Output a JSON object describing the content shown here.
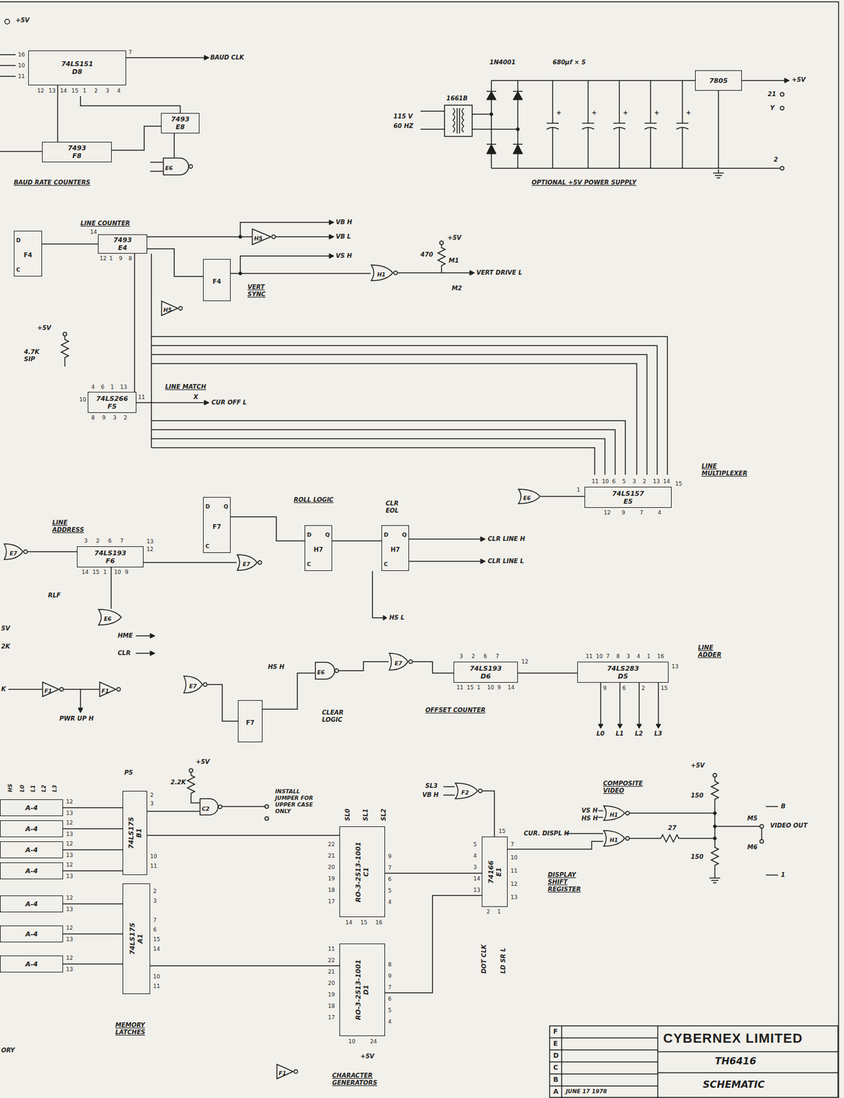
{
  "diagram": {
    "nodes": [
      {
        "text": [
          "74LS151",
          "D8"
        ]
      },
      {
        "text": [
          "7493",
          "E8"
        ]
      },
      {
        "text": [
          "7493",
          "F8"
        ]
      },
      {
        "text": [
          "E6"
        ]
      },
      {
        "text": [
          "7805"
        ]
      },
      {
        "text": [
          "D",
          "F4",
          "C"
        ]
      },
      {
        "text": [
          "7493",
          "E4"
        ]
      },
      {
        "text": [
          "F4"
        ]
      },
      {
        "text": [
          "H5"
        ]
      },
      {
        "text": [
          "H1"
        ]
      },
      {
        "text": [
          "H5"
        ]
      },
      {
        "text": [
          "74LS266",
          "F5"
        ]
      },
      {
        "text": [
          "74LS157",
          "E5"
        ]
      },
      {
        "text": [
          "E6"
        ]
      },
      {
        "text": [
          "D",
          "F7",
          "C",
          "Q"
        ]
      },
      {
        "text": [
          "D",
          "H7",
          "C",
          "Q"
        ]
      },
      {
        "text": [
          "D",
          "H7",
          "C",
          "Q"
        ]
      },
      {
        "text": [
          "E7"
        ]
      },
      {
        "text": [
          "74LS193",
          "F6"
        ]
      },
      {
        "text": [
          "E7"
        ]
      },
      {
        "text": [
          "E6"
        ]
      },
      {
        "text": [
          "F1"
        ]
      },
      {
        "text": [
          "F1"
        ]
      },
      {
        "text": [
          "E7"
        ]
      },
      {
        "text": [
          "E6"
        ]
      },
      {
        "text": [
          "E7"
        ]
      },
      {
        "text": [
          "74LS193",
          "D6"
        ]
      },
      {
        "text": [
          "74LS283",
          "D5"
        ]
      },
      {
        "text": [
          "F7"
        ]
      },
      {
        "text": [
          "A-4"
        ]
      },
      {
        "text": [
          "A-4"
        ]
      },
      {
        "text": [
          "A-4"
        ]
      },
      {
        "text": [
          "A-4"
        ]
      },
      {
        "text": [
          "A-4"
        ]
      },
      {
        "text": [
          "A-4"
        ]
      },
      {
        "text": [
          "A-4"
        ]
      },
      {
        "text": [
          "74LS175",
          "B1"
        ]
      },
      {
        "text": [
          "74LS175",
          "A1"
        ]
      },
      {
        "text": [
          "C2"
        ]
      },
      {
        "text": [
          "RO-3-2513-1001",
          "C1"
        ]
      },
      {
        "text": [
          "RO-3-2513-1001",
          "D1"
        ]
      },
      {
        "text": [
          "F2"
        ]
      },
      {
        "text": [
          "74166",
          "E1"
        ]
      },
      {
        "text": [
          "H1"
        ]
      },
      {
        "text": [
          "H1"
        ]
      },
      {
        "text": [
          "F1"
        ]
      }
    ],
    "edges": [
      {
        "from": 0,
        "to": 2,
        "arrow": "none"
      },
      {
        "from": 2,
        "to": 1,
        "arrow": "none"
      },
      {
        "from": 3,
        "to": 1,
        "arrow": "none"
      },
      {
        "from": 5,
        "to": 6,
        "arrow": "none"
      },
      {
        "from": 6,
        "to": 7,
        "arrow": "none"
      },
      {
        "from": 6,
        "to": 8,
        "arrow": "none"
      },
      {
        "from": 7,
        "to": 9,
        "arrow": "none"
      },
      {
        "from": 6,
        "to": 11,
        "arrow": "none"
      },
      {
        "from": 13,
        "to": 12,
        "arrow": "none"
      },
      {
        "from": 14,
        "to": 15,
        "arrow": "none"
      },
      {
        "from": 15,
        "to": 16,
        "arrow": "none"
      },
      {
        "from": 17,
        "to": 18,
        "arrow": "none"
      },
      {
        "from": 18,
        "to": 19,
        "arrow": "none"
      },
      {
        "from": 20,
        "to": 18,
        "arrow": "none"
      },
      {
        "from": 21,
        "to": 22,
        "arrow": "none"
      },
      {
        "from": 23,
        "to": 28,
        "arrow": "none"
      },
      {
        "from": 28,
        "to": 24,
        "arrow": "none"
      },
      {
        "from": 24,
        "to": 25,
        "arrow": "none"
      },
      {
        "from": 25,
        "to": 26,
        "arrow": "none"
      },
      {
        "from": 26,
        "to": 27,
        "arrow": "none"
      },
      {
        "from": 29,
        "to": 36,
        "arrow": "none"
      },
      {
        "from": 30,
        "to": 36,
        "arrow": "none"
      },
      {
        "from": 31,
        "to": 36,
        "arrow": "none"
      },
      {
        "from": 32,
        "to": 36,
        "arrow": "none"
      },
      {
        "from": 33,
        "to": 37,
        "arrow": "none"
      },
      {
        "from": 34,
        "to": 37,
        "arrow": "none"
      },
      {
        "from": 35,
        "to": 37,
        "arrow": "none"
      },
      {
        "from": 36,
        "to": 38,
        "arrow": "none"
      },
      {
        "from": 36,
        "to": 39,
        "arrow": "none"
      },
      {
        "from": 37,
        "to": 40,
        "arrow": "none"
      },
      {
        "from": 39,
        "to": 42,
        "arrow": "none"
      },
      {
        "from": 40,
        "to": 42,
        "arrow": "none"
      },
      {
        "from": 41,
        "to": 42,
        "arrow": "none"
      },
      {
        "from": 42,
        "to": 44,
        "arrow": "none"
      }
    ],
    "labels": [
      "+5V",
      "BAUD CLK",
      "BAUD RATE COUNTERS",
      "1N4001",
      "680µf × 5",
      "115 V",
      "60 HZ",
      "1661B",
      "+5V",
      "21",
      "Y",
      "2",
      "OPTIONAL +5V POWER SUPPLY",
      "+",
      "+",
      "+",
      "+",
      "+",
      "LINE COUNTER",
      "VB H",
      "VB L",
      "VS H",
      "VERT SYNC",
      "470",
      "+5V",
      "M1",
      "M2",
      "VERT DRIVE L",
      "+5V",
      "4.7K SIP",
      "LINE MATCH",
      "X",
      "CUR OFF L",
      "LINE MULTIPLEXER",
      "ROLL LOGIC",
      "CLR EOL",
      "CLR LINE H",
      "CLR LINE L",
      "HS L",
      "LINE ADDRESS",
      "RLF",
      "HME",
      "CLR",
      "HS H",
      "CLEAR LOGIC",
      "OFFSET COUNTER",
      "LINE ADDER",
      "L0",
      "L1",
      "L2",
      "L3",
      "PWR UP H",
      "5V",
      "2K",
      "K",
      "P5",
      "+5V",
      "2.2K",
      "INSTALL JUMPER FOR UPPER CASE ONLY",
      "SL0",
      "SL1",
      "SL2",
      "SL3",
      "VB H",
      "DOT CLK",
      "LD SR L",
      "DISPLAY SHIFT REGISTER",
      "COMPOSITE VIDEO",
      "+5V",
      "150",
      "VS H",
      "HS H",
      "CUR. DISPL H",
      "27",
      "150",
      "B",
      "M5",
      "VIDEO OUT",
      "M6",
      "1",
      "MEMORY LATCHES",
      "CHARACTER GENERATORS",
      "+5V",
      "ORY",
      "HS",
      "L0",
      "L1",
      "L2",
      "L3",
      "F",
      "E",
      "D",
      "C",
      "B",
      "A",
      "JUNE 17 1978",
      "CYBERNEX LIMITED",
      "TH6416",
      "SCHEMATIC",
      "16",
      "10",
      "11",
      "12",
      "13",
      "14",
      "15",
      "1",
      "2",
      "3",
      "4",
      "7",
      "14",
      "12",
      "1",
      "9",
      "8",
      "4",
      "6",
      "1",
      "13",
      "8",
      "9",
      "3",
      "2",
      "10",
      "11",
      "3",
      "2",
      "6",
      "7",
      "14",
      "15",
      "1",
      "10",
      "9",
      "13",
      "12",
      "3",
      "2",
      "6",
      "7",
      "11",
      "15",
      "1",
      "10",
      "9",
      "14",
      "12",
      "1",
      "11",
      "10",
      "6",
      "5",
      "3",
      "2",
      "13",
      "14",
      "15",
      "12",
      "9",
      "7",
      "4",
      "11",
      "10",
      "7",
      "8",
      "3",
      "4",
      "1",
      "16",
      "13",
      "9",
      "6",
      "2",
      "15",
      "12",
      "13",
      "12",
      "13",
      "12",
      "13",
      "12",
      "13",
      "12",
      "13",
      "12",
      "13",
      "12",
      "13",
      "2",
      "3",
      "10",
      "11",
      "2",
      "3",
      "7",
      "6",
      "15",
      "14",
      "10",
      "11",
      "22",
      "21",
      "20",
      "19",
      "18",
      "17",
      "9",
      "7",
      "6",
      "5",
      "4",
      "14",
      "15",
      "16",
      "11",
      "22",
      "21",
      "20",
      "19",
      "18",
      "17",
      "8",
      "9",
      "7",
      "6",
      "5",
      "4",
      "10",
      "24",
      "5",
      "4",
      "3",
      "14",
      "13",
      "7",
      "10",
      "11",
      "12",
      "13",
      "15",
      "2",
      "1"
    ]
  }
}
